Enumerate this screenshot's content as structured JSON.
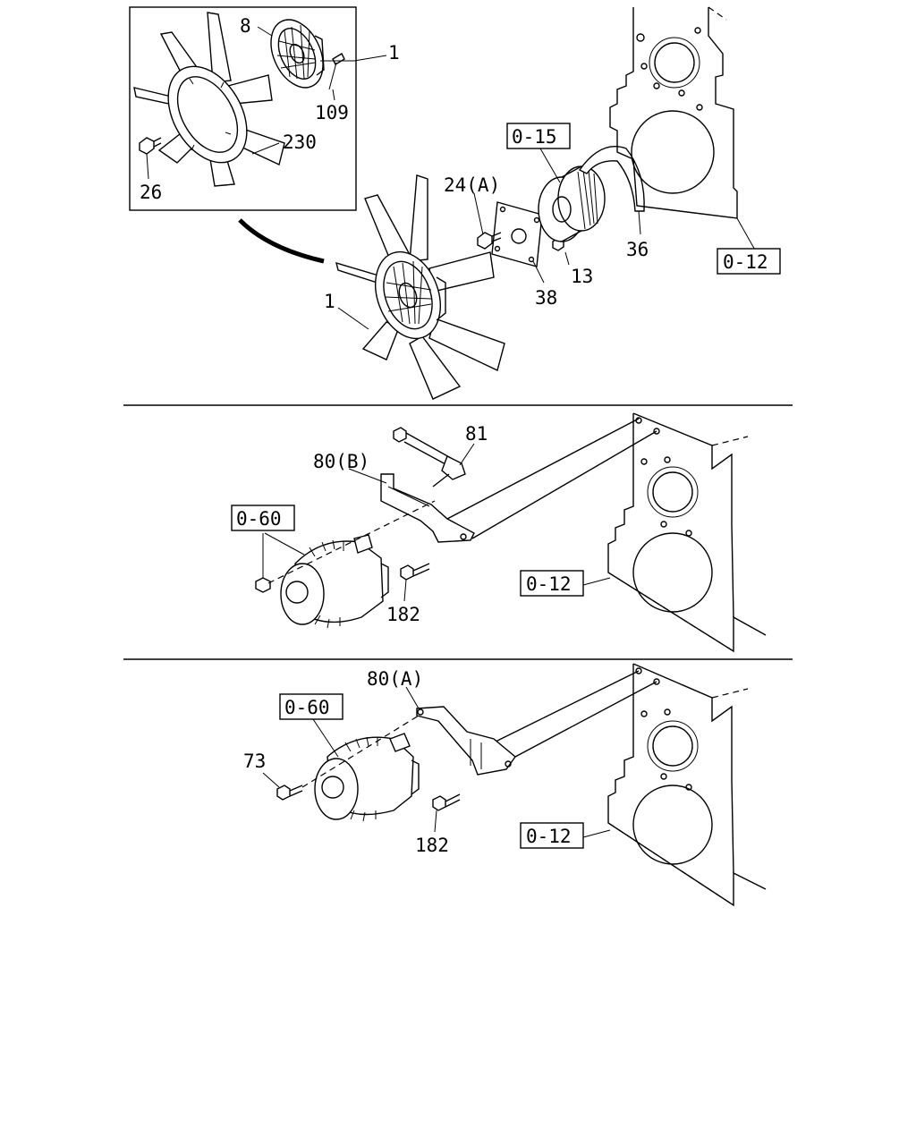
{
  "callouts": {
    "inset": {
      "p8": "8",
      "p1": "1",
      "p109": "109",
      "p230": "230",
      "p26": "26"
    },
    "top": {
      "p24a": "24(A)",
      "p015": "0-15",
      "p36": "36",
      "p012": "0-12",
      "p13": "13",
      "p38": "38",
      "p1": "1"
    },
    "middle": {
      "p81": "81",
      "p80b": "80(B)",
      "p060": "0-60",
      "p182": "182",
      "p012": "0-12"
    },
    "bottom": {
      "p80a": "80(A)",
      "p060": "0-60",
      "p73": "73",
      "p182": "182",
      "p012": "0-12"
    }
  }
}
